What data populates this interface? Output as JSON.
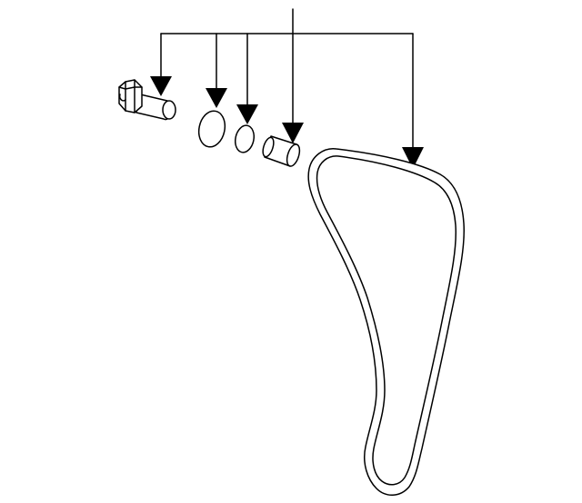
{
  "diagram": {
    "kind": "exploded-parts-illustration",
    "parts": [
      {
        "id": "bolt",
        "icon": "hex-bolt-icon"
      },
      {
        "id": "large-o-ring",
        "icon": "o-ring-icon"
      },
      {
        "id": "small-o-ring",
        "icon": "o-ring-icon"
      },
      {
        "id": "collar",
        "icon": "collar-icon"
      },
      {
        "id": "timing-chain-guide",
        "icon": "chain-guide-icon"
      }
    ],
    "colors": {
      "stroke": "#000000",
      "fill": "#ffffff",
      "background": "#ffffff"
    }
  }
}
